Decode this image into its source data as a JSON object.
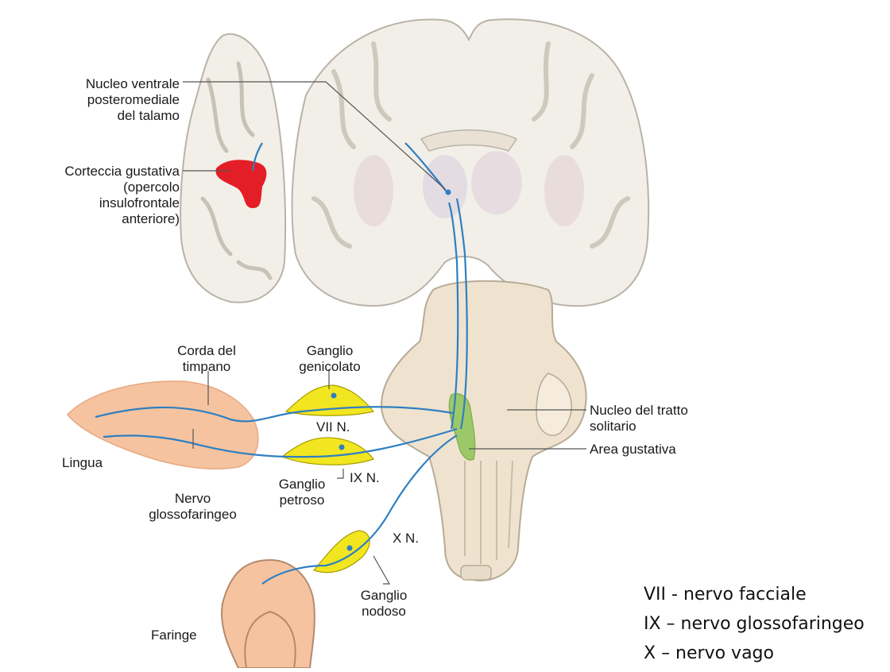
{
  "labels": {
    "nucleo_ventrale": "Nucleo ventrale\nposteromediale\ndel talamo",
    "corteccia": "Corteccia gustativa\n(opercolo\ninsulofrontale\nanteriore)",
    "corda": "Corda del\ntimpano",
    "ganglio_genicolato": "Ganglio\ngenicolato",
    "vii_n": "VII N.",
    "lingua": "Lingua",
    "nervo_glosso": "Nervo\nglossofaringeo",
    "ganglio_petroso": "Ganglio\npetroso",
    "ix_n": "IX N.",
    "x_n": "X N.",
    "ganglio_nodoso": "Ganglio\nnodoso",
    "faringe": "Faringe",
    "nucleo_tratto": "Nucleo del tratto\nsolitario",
    "area_gustativa": "Area gustativa"
  },
  "legend": [
    "VII - nervo facciale",
    "IX – nervo glossofaringeo",
    "X – nervo vago"
  ],
  "colors": {
    "brain_fill": "#f2efe8",
    "brain_outline": "#b9b3a8",
    "brainstem": "#efe3cf",
    "nerve": "#2f7fc1",
    "ganglion": "#f2e620",
    "tongue": "#f6c3a0",
    "gustatory_cortex": "#e41e26",
    "solitary_area": "#9cc86a"
  }
}
